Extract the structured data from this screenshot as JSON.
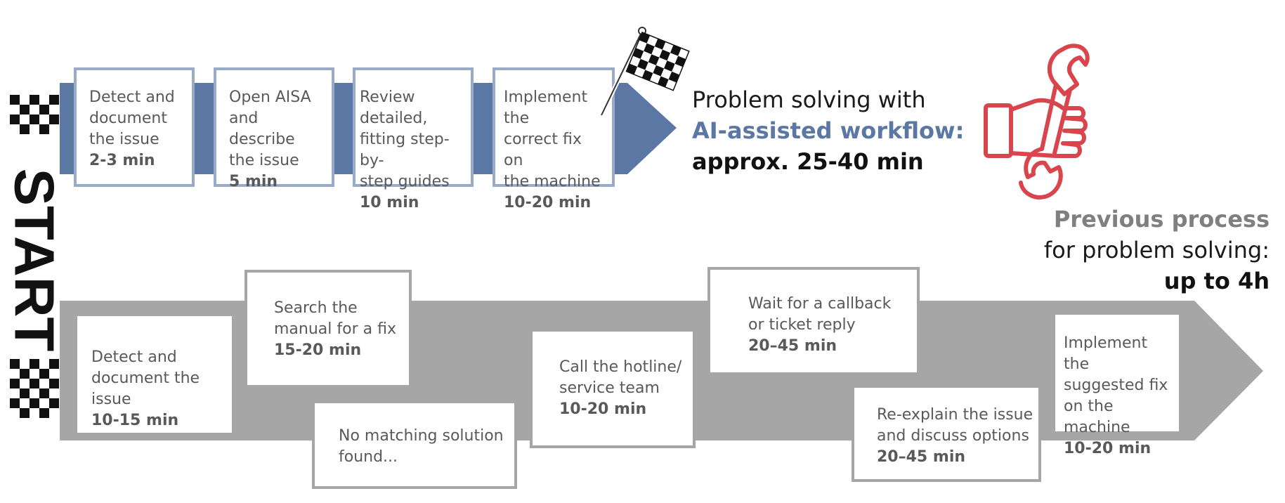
{
  "start_label": "START",
  "ai_process": {
    "steps": [
      {
        "lines": [
          "Detect and",
          "document",
          "the issue"
        ],
        "duration": "2-3 min"
      },
      {
        "lines": [
          "Open AISA",
          "and describe",
          "the issue"
        ],
        "duration": "5 min"
      },
      {
        "lines": [
          "Review detailed,",
          "fitting step-by-",
          "step guides"
        ],
        "duration": "10 min"
      },
      {
        "lines": [
          "Implement the",
          "correct fix on",
          "the machine"
        ],
        "duration": "10-20 min"
      }
    ],
    "summary": {
      "line1": "Problem solving with",
      "line2": "AI-assisted workflow:",
      "line3": "approx. 25-40 min"
    }
  },
  "previous_process": {
    "summary": {
      "line1": "Previous process",
      "line2": "for problem solving:",
      "line3": "up to 4h"
    },
    "steps": [
      {
        "lines": [
          "Detect and",
          "document the issue"
        ],
        "duration": "10-15 min"
      },
      {
        "lines": [
          "Search the",
          "manual for a fix"
        ],
        "duration": "15-20 min"
      },
      {
        "lines": [
          "No matching solution",
          "found..."
        ],
        "duration": ""
      },
      {
        "lines": [
          "Call the hotline/",
          "service team"
        ],
        "duration": "10-20 min"
      },
      {
        "lines": [
          "Wait for a callback",
          "or ticket reply"
        ],
        "duration": "20–45 min"
      },
      {
        "lines": [
          "Re-explain the issue",
          "and discuss options"
        ],
        "duration": "20–45 min"
      },
      {
        "lines": [
          "Implement the",
          "suggested fix",
          "on the machine"
        ],
        "duration": "10-20 min"
      }
    ]
  },
  "colors": {
    "ai_arrow": "#5b77a4",
    "ai_box_border": "#9aabc9",
    "prev_arrow": "#a6a6a6",
    "wrench_icon": "#d9454c",
    "accent_text": "#5b77a4"
  },
  "icons": [
    "checkered-flag-icon",
    "hand-holding-wrench-icon",
    "checkered-start-pattern"
  ]
}
